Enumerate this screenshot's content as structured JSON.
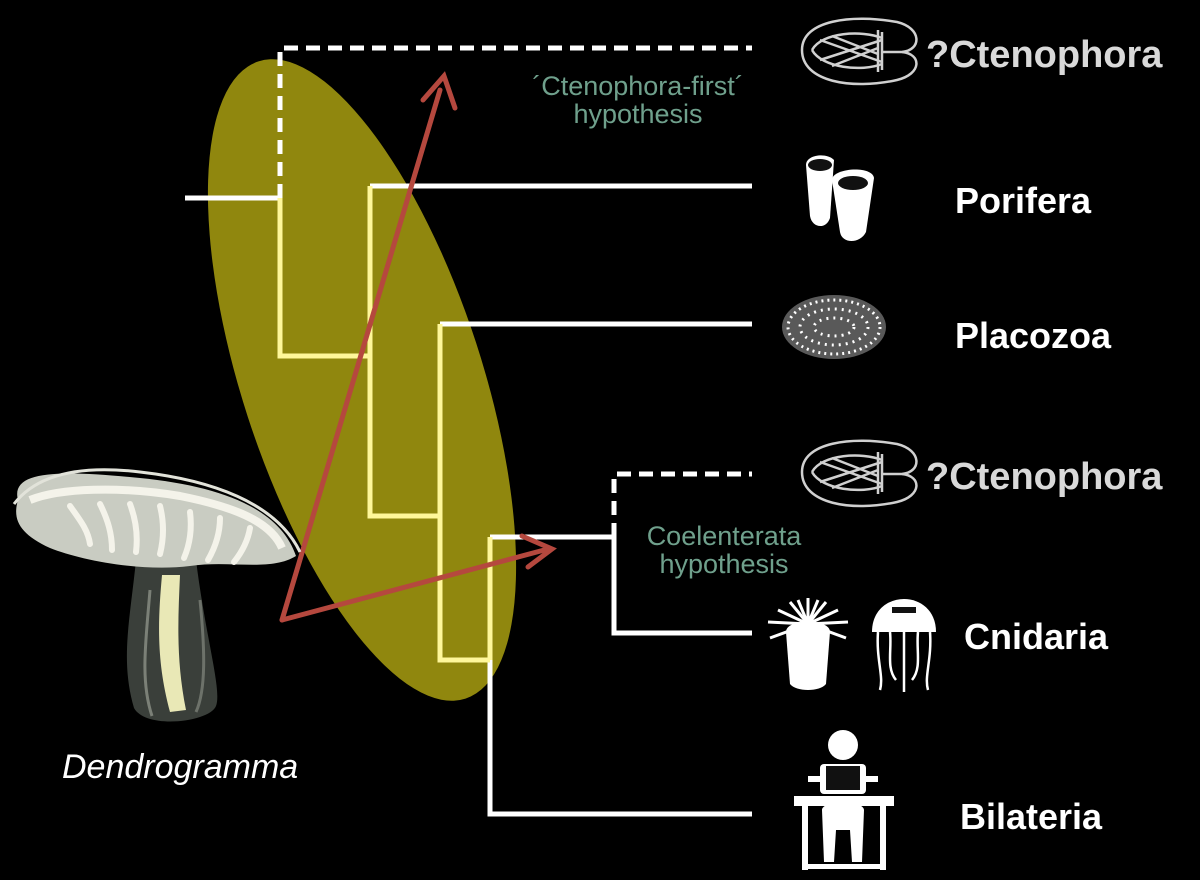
{
  "taxa": {
    "ctenophora_top": "?Ctenophora",
    "porifera": "Porifera",
    "placozoa": "Placozoa",
    "ctenophora_mid": "?Ctenophora",
    "cnidaria": "Cnidaria",
    "bilateria": "Bilateria"
  },
  "hypotheses": {
    "ctenophora_first_line1": "´Ctenophora-first´",
    "ctenophora_first_line2": "hypothesis",
    "coelenterata_line1": "Coelenterata",
    "coelenterata_line2": "hypothesis"
  },
  "specimen": {
    "genus_label": "Dendrogramma"
  },
  "icons": {
    "ctenophora": "ctenophore-icon",
    "porifera": "sponge-icon",
    "placozoa": "placozoan-icon",
    "cnidaria": [
      "sea-anemone-icon",
      "jellyfish-icon"
    ],
    "bilateria": "human-at-desk-icon"
  },
  "colors": {
    "background": "#000000",
    "tree_lines": "#ffffff",
    "highlighted_lines": "#fff79a",
    "ellipse_fill": "#a49a10",
    "arrow": "#b5483e",
    "hypothesis_text": "#6fa08c"
  }
}
